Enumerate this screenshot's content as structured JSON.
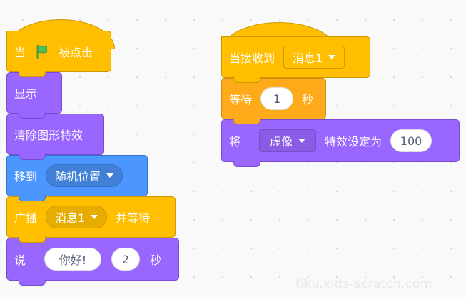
{
  "colors": {
    "events": "#ffbf00",
    "looks": "#9966ff",
    "motion": "#4c97ff",
    "control": "#ffab19",
    "flag": "#4cbf56"
  },
  "script_left": {
    "when_flag": {
      "text_when": "当",
      "icon": "green-flag-icon",
      "text_clicked": "被点击"
    },
    "show": {
      "label": "显示"
    },
    "clear_effects": {
      "label": "清除图形特效"
    },
    "goto": {
      "label": "移到",
      "target": "随机位置"
    },
    "broadcast_wait": {
      "label": "广播",
      "message": "消息1",
      "suffix": "并等待"
    },
    "say_for": {
      "label": "说",
      "text": "你好!",
      "secs": "2",
      "unit": "秒"
    }
  },
  "script_right": {
    "when_receive": {
      "label": "当接收到",
      "message": "消息1"
    },
    "wait": {
      "label": "等待",
      "secs": "1",
      "unit": "秒"
    },
    "set_effect": {
      "label": "将",
      "effect": "虚像",
      "suffix": "特效设定为",
      "value": "100"
    }
  },
  "watermark": "tiku.kids-scratch.com"
}
